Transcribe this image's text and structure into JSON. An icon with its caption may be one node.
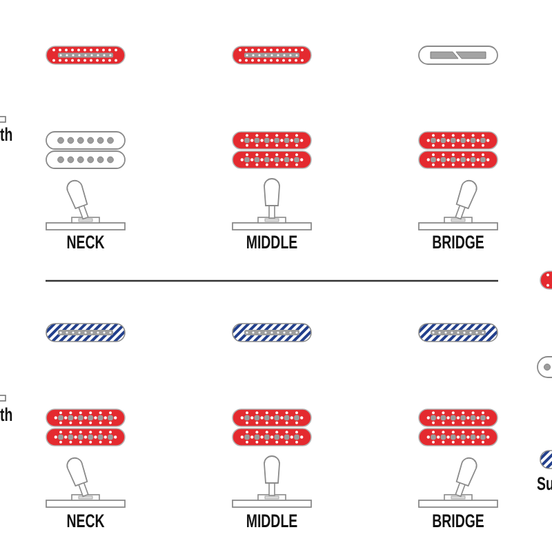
{
  "diagram": {
    "labels": [
      "th",
      "NECK",
      "MIDDLE",
      "BRIDGE",
      "th",
      "Su",
      "NECK",
      "MIDDLE",
      "BRIDGE"
    ]
  }
}
